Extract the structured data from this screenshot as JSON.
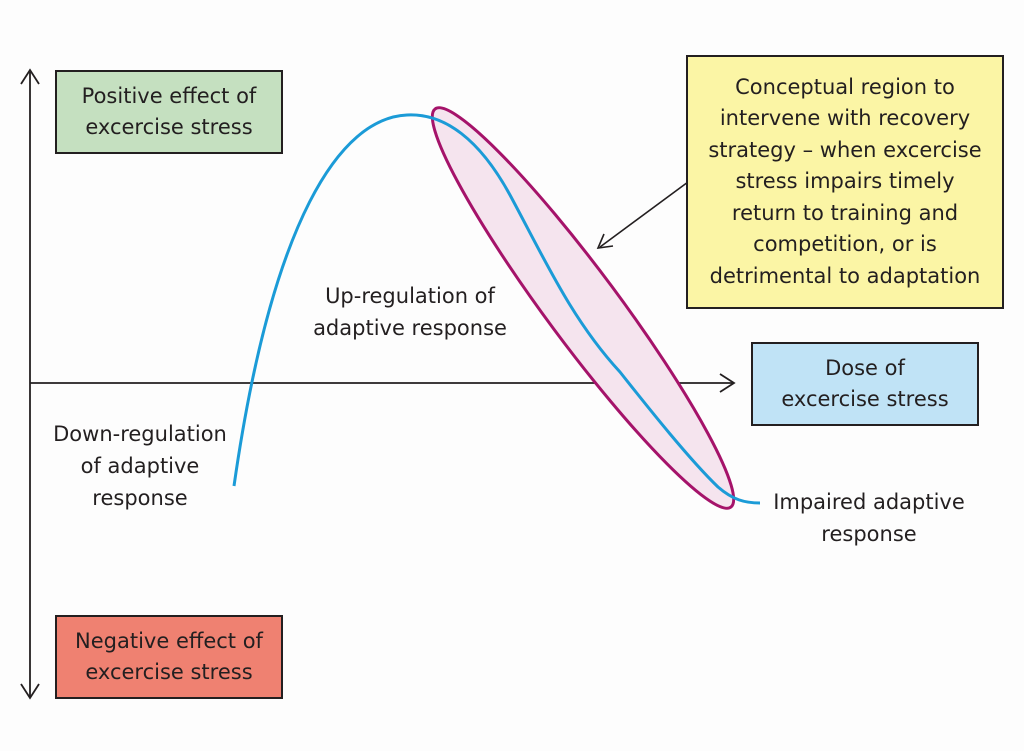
{
  "colors": {
    "positive_box": "#c5e0c0",
    "negative_box": "#ef8171",
    "dose_box": "#c0e3f6",
    "recovery_box": "#fbf5a5",
    "curve": "#1b9bd7",
    "highlight_stroke": "#a5136a",
    "highlight_fill": "#f5e4ee",
    "axis": "#231f20"
  },
  "boxes": {
    "positive": {
      "lines": [
        "Positive effect of",
        "excercise stress"
      ]
    },
    "negative": {
      "lines": [
        "Negative effect of",
        "excercise stress"
      ]
    },
    "dose": {
      "lines": [
        "Dose of",
        "excercise stress"
      ]
    },
    "recovery": {
      "lines": [
        "Conceptual region to",
        "intervene with recovery",
        "strategy – when excercise",
        "stress impairs timely",
        "return to training and",
        "competition, or is",
        "detrimental to adaptation"
      ]
    }
  },
  "labels": {
    "up_regulation": [
      "Up-regulation of",
      "adaptive response"
    ],
    "down_regulation": [
      "Down-regulation",
      "of adaptive",
      "response"
    ],
    "impaired": [
      "Impaired adaptive",
      "response"
    ]
  }
}
